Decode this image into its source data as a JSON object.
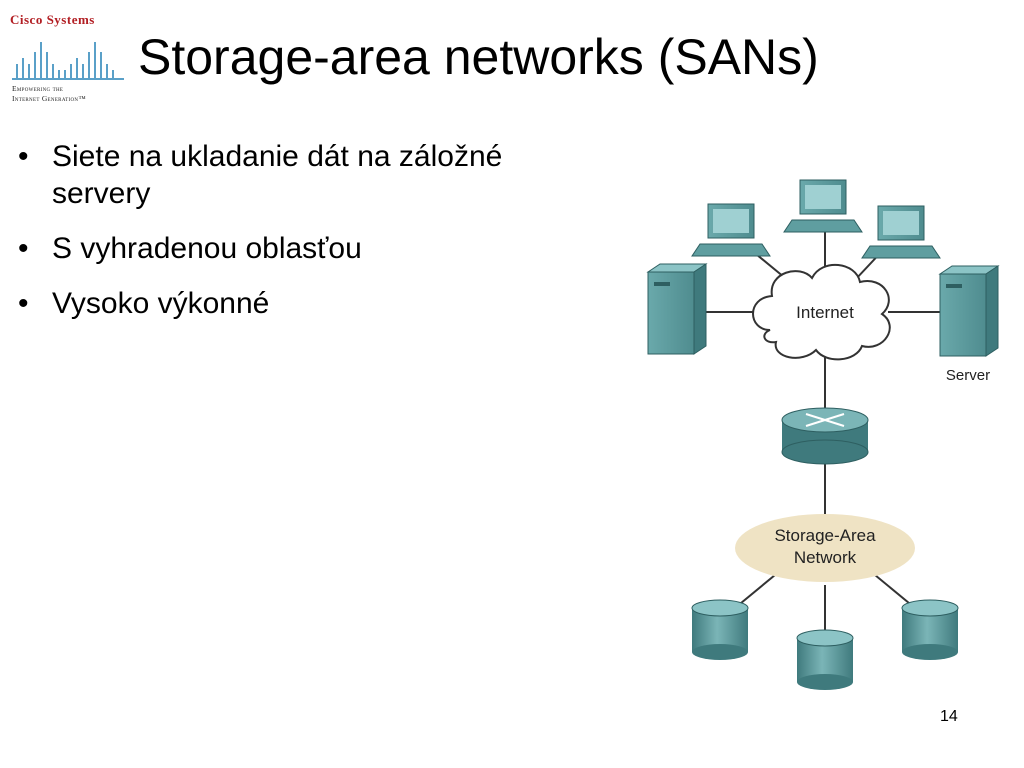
{
  "logo": {
    "brand": "Cisco Systems",
    "tagline_1": "Empowering the",
    "tagline_2": "Internet Generation™"
  },
  "slide": {
    "title": "Storage-area networks (SANs)",
    "bullets": [
      "Siete na ukladanie dát na záložné servery",
      "S vyhradenou oblasťou",
      "Vysoko výkonné"
    ],
    "bullet_char": "•",
    "page_number": "14"
  },
  "diagram": {
    "internet_label": "Internet",
    "server_label": "Server",
    "san_label_line1": "Storage-Area",
    "san_label_line2": "Network",
    "colors": {
      "device": "#5f9ea0",
      "device_dark": "#3f7a7d",
      "device_light": "#8cc4c6",
      "cloud": "#ffffff",
      "san_ellipse": "#efe3c4",
      "line": "#333333",
      "logo_red": "#b21e23"
    }
  }
}
